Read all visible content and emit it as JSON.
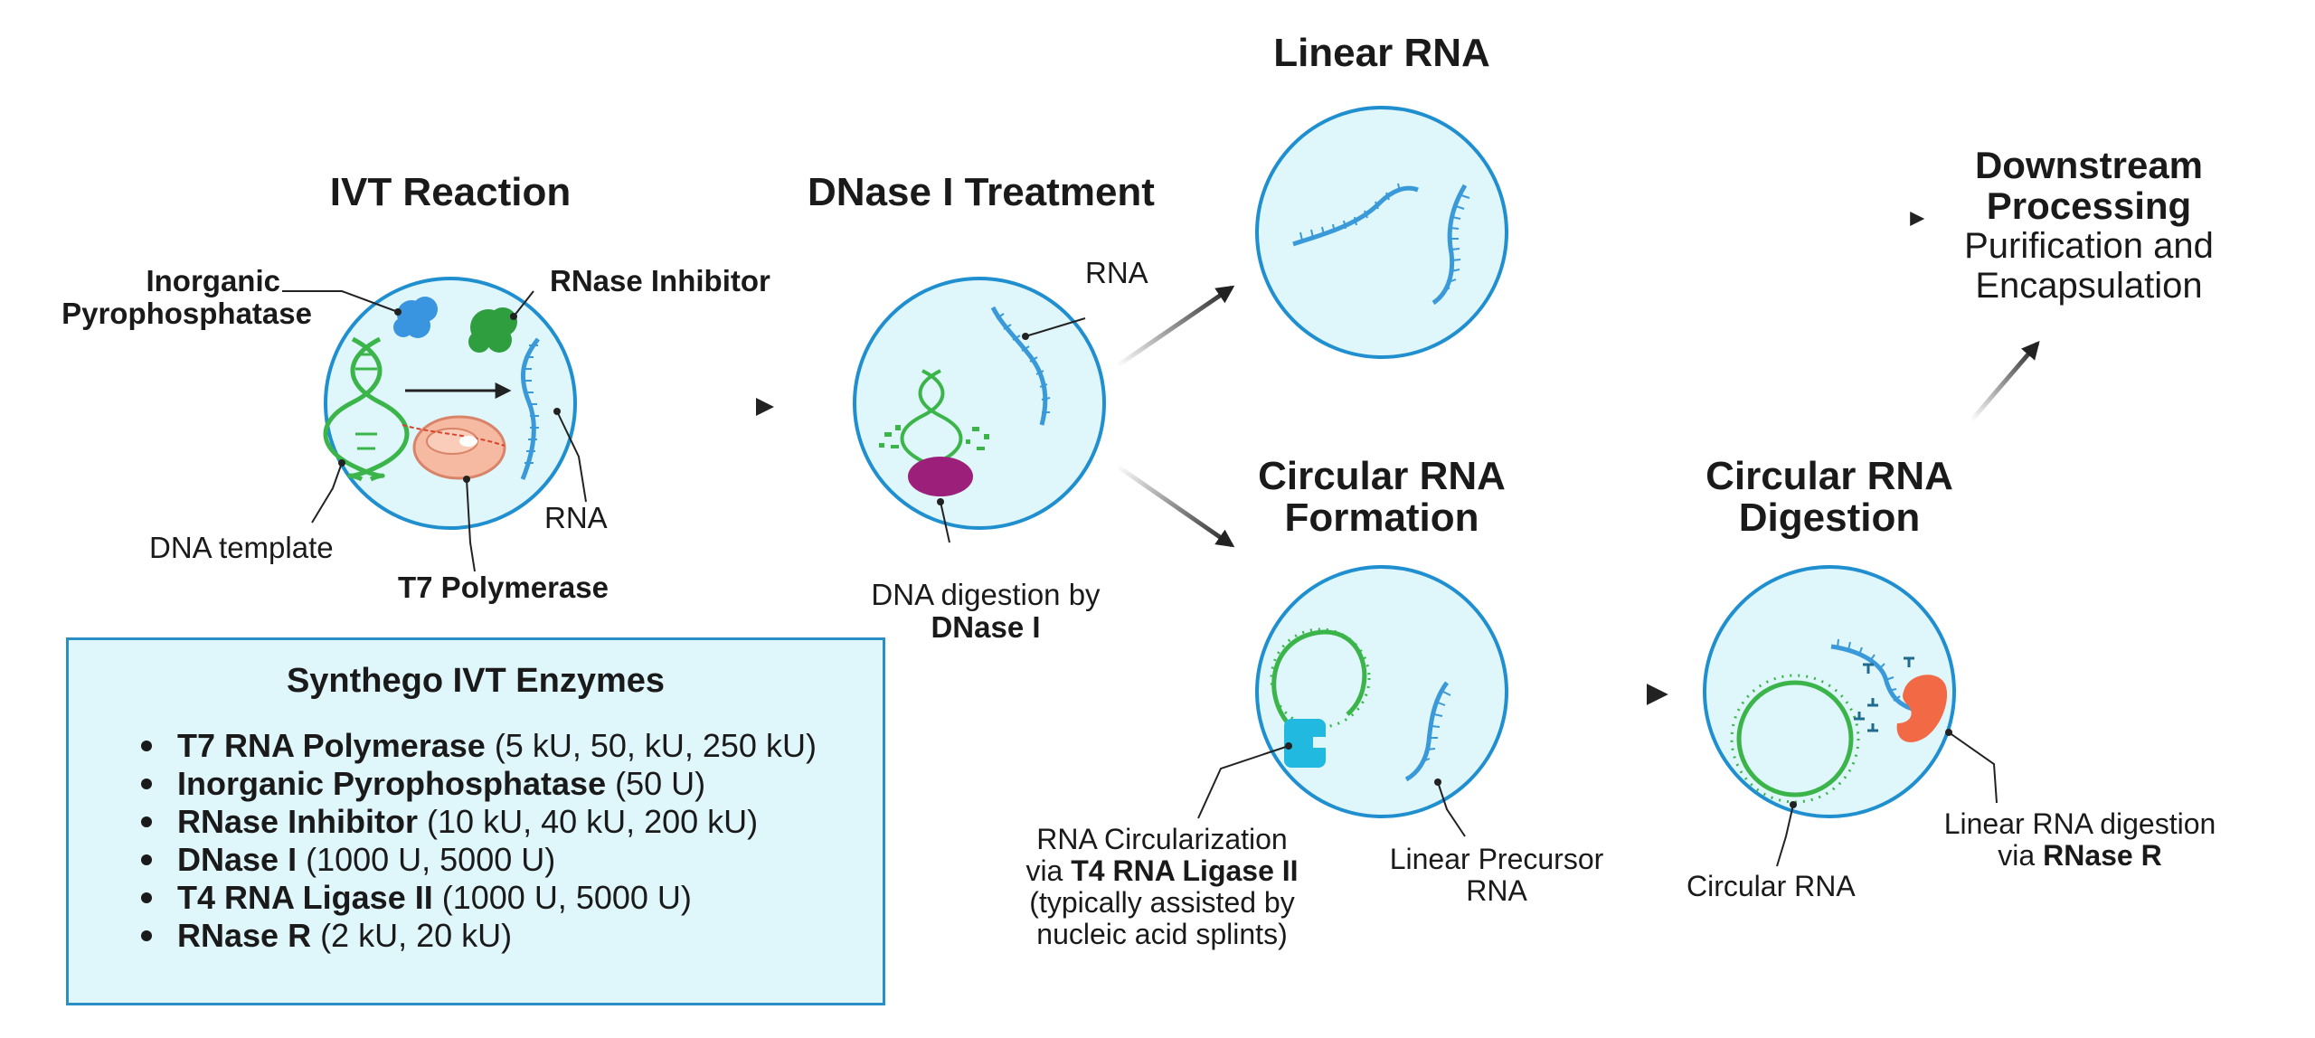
{
  "titles": {
    "ivt": "IVT Reaction",
    "dnase": "DNase I Treatment",
    "linear": "Linear RNA",
    "circ_form_1": "Circular RNA",
    "circ_form_2": "Formation",
    "circ_dig_1": "Circular RNA",
    "circ_dig_2": "Digestion",
    "downstream_1": "Downstream",
    "downstream_2": "Processing",
    "downstream_3": "Purification and",
    "downstream_4": "Encapsulation"
  },
  "ivt_labels": {
    "ppase_1": "Inorganic",
    "ppase_2": "Pyrophosphatase",
    "rnase_inhibitor": "RNase Inhibitor",
    "dna_template": "DNA template",
    "rna": "RNA",
    "t7": "T7 Polymerase"
  },
  "dnase_labels": {
    "rna": "RNA",
    "digestion_1": "DNA digestion by",
    "digestion_2": "DNase I"
  },
  "circ_form_labels": {
    "circ_1": "RNA Circularization",
    "circ_2_pre": "via ",
    "circ_2_bold": "T4 RNA Ligase II",
    "circ_3": "(typically assisted by",
    "circ_4": "nucleic acid splints)",
    "precursor_1": "Linear Precursor",
    "precursor_2": "RNA"
  },
  "circ_dig_labels": {
    "circular_rna": "Circular RNA",
    "digestion_1": "Linear RNA digestion",
    "digestion_2_pre": "via ",
    "digestion_2_bold": "RNase R"
  },
  "enzymes": {
    "title": "Synthego IVT Enzymes",
    "items": [
      {
        "name": "T7 RNA Polymerase",
        "detail": " (5 kU, 50, kU, 250 kU)"
      },
      {
        "name": "Inorganic Pyrophosphatase",
        "detail": " (50 U)"
      },
      {
        "name": "RNase Inhibitor",
        "detail": " (10 kU, 40 kU, 200 kU)"
      },
      {
        "name": "DNase I",
        "detail": " (1000 U, 5000 U)"
      },
      {
        "name": "T4 RNA Ligase II",
        "detail": " (1000 U, 5000 U)"
      },
      {
        "name": "RNase R",
        "detail": " (2 kU, 20 kU)"
      }
    ]
  },
  "colors": {
    "circle_fill": "#dff6fb",
    "circle_stroke": "#1f8fd0",
    "dna_green": "#3bb54a",
    "rna_blue": "#3a9ad9",
    "dnase_purple": "#9c1f7a",
    "ligase_cyan": "#21b9e0",
    "rnase_r_orange": "#f26a45",
    "arrow": "#222222"
  }
}
